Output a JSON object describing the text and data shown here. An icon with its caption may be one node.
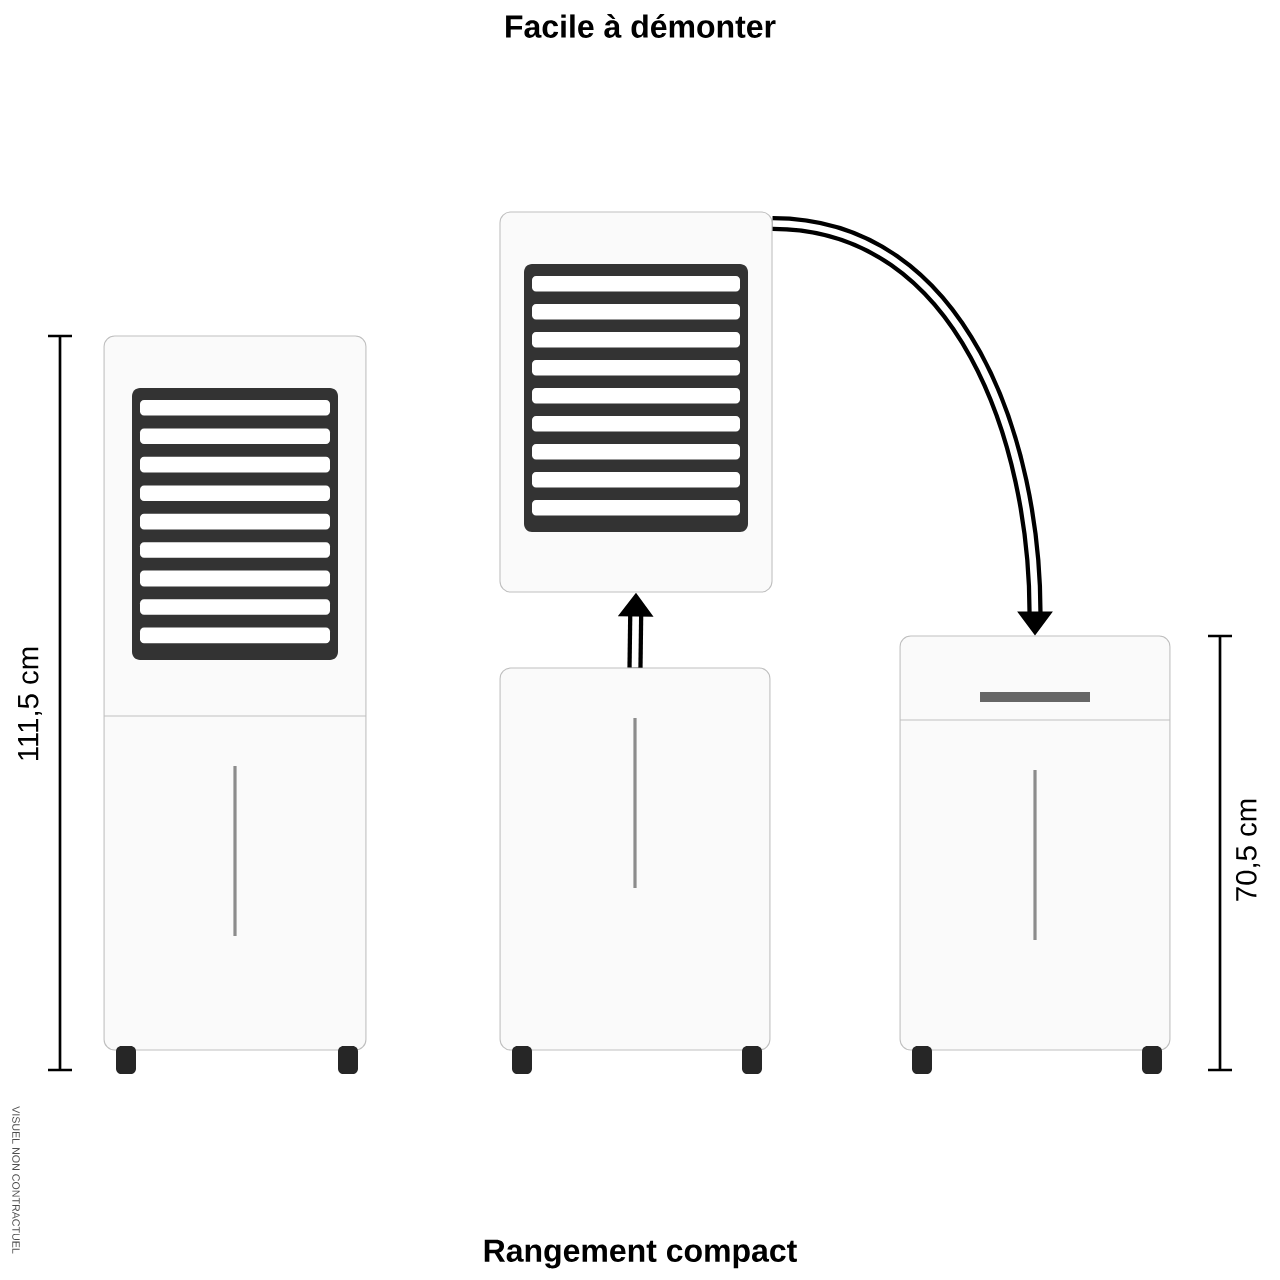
{
  "diagram": {
    "title": "Facile à démonter",
    "caption": "Rangement compact",
    "nodes": [
      {
        "text": [],
        "shape": "picture"
      },
      {
        "text": [],
        "shape": "picture"
      },
      {
        "text": [],
        "shape": "picture"
      },
      {
        "text": [],
        "shape": "picture"
      }
    ],
    "edges": [
      {
        "from": 2,
        "to": 1,
        "arrow": "to"
      },
      {
        "from": 1,
        "to": 3,
        "arrow": "to"
      }
    ],
    "labels": [
      "111,5 cm",
      "70,5 cm",
      "VISUEL NON CONTRACTUEL"
    ]
  }
}
